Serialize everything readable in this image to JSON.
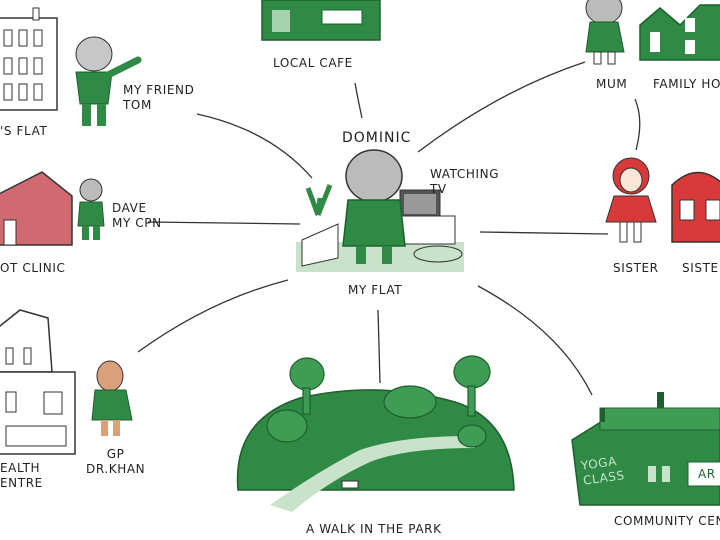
{
  "center": {
    "name": "DOMINIC",
    "activity": "WATCHING\nTV",
    "place": "MY FLAT"
  },
  "nodes": {
    "cafe": "LOCAL CAFE",
    "mum": "MUM",
    "family_home": "FAMILY HO",
    "friend": "MY FRIEND\nTOM",
    "friends_flat": "'S FLAT",
    "dave": "DAVE\nMY CPN",
    "clinic": "OT CLINIC",
    "sister": "SISTER",
    "sisters_home": "SISTE",
    "gp": "GP\nDR.KHAN",
    "health_centre": "EALTH\nENTRE",
    "park": "A WALK IN THE PARK",
    "community": "COMMUNITY CENT",
    "yoga": "YOGA\nCLASS",
    "arts": "AR"
  },
  "colors": {
    "green": "#2f8a45",
    "dark_green": "#1f5f2f",
    "light_green": "#c9e3cb",
    "red": "#d83a3a",
    "brick": "#d06a70",
    "ink": "#333333"
  }
}
